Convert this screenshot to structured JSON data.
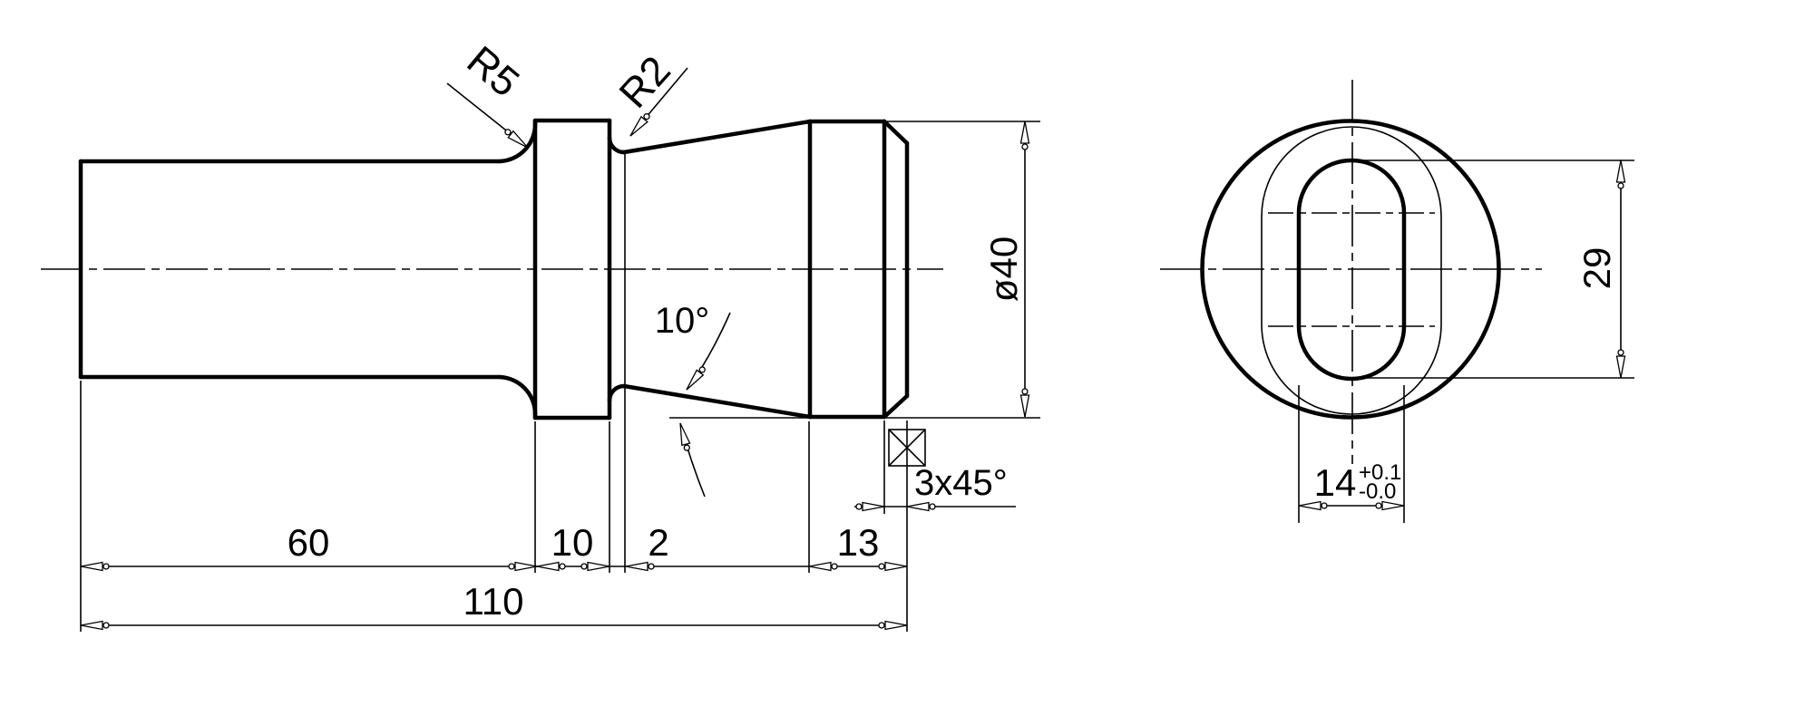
{
  "colors": {
    "background": "#ffffff",
    "line": "#000000"
  },
  "side_view": {
    "dims": {
      "shaft_length": "60",
      "collar_width": "10",
      "groove_width": "2",
      "cylinder_length": "13",
      "total_length": "110",
      "diameter": "ø40",
      "chamfer": "3x45°",
      "taper_angle": "10°",
      "fillet_radius": "R5",
      "groove_radius": "R2"
    }
  },
  "end_view": {
    "dims": {
      "slot_length": "29",
      "slot_width": "14",
      "slot_width_tol_upper": "+0.1",
      "slot_width_tol_lower": "-0.0"
    }
  }
}
